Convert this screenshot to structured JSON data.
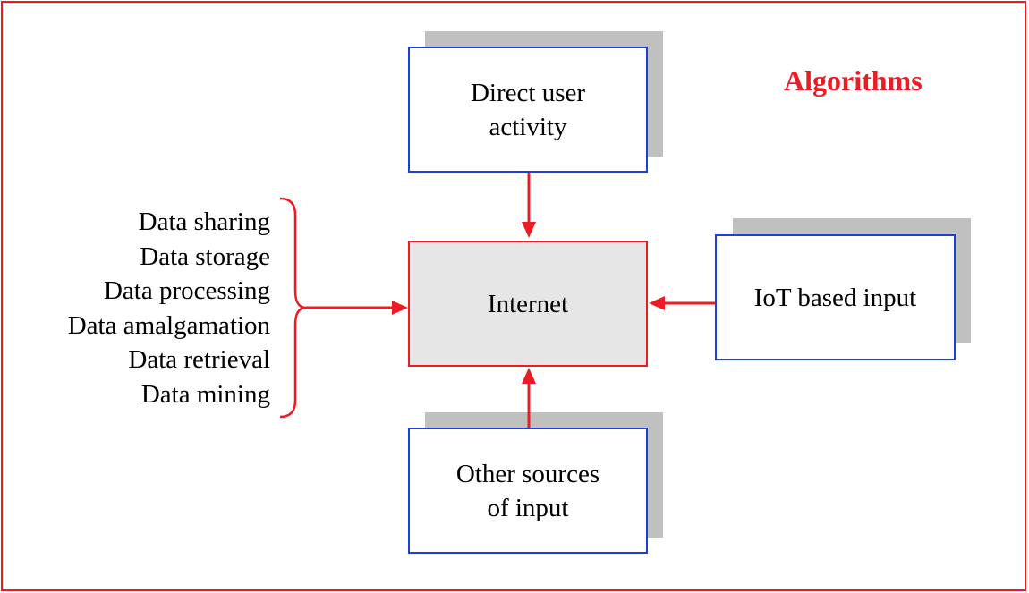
{
  "title": "Algorithms",
  "nodes": {
    "direct_user_activity": {
      "label_line1": "Direct user",
      "label_line2": "activity"
    },
    "internet": {
      "label": "Internet"
    },
    "iot_input": {
      "label": "IoT based input"
    },
    "other_sources": {
      "label_line1": "Other sources",
      "label_line2": "of input"
    }
  },
  "data_operations": [
    "Data sharing",
    "Data storage",
    "Data processing",
    "Data amalgamation",
    "Data retrieval",
    "Data mining"
  ],
  "colors": {
    "accent": "#ed1c24",
    "box_border": "#1f3fd9",
    "shadow": "#c0c0c0",
    "center_fill": "#e6e6e6"
  }
}
